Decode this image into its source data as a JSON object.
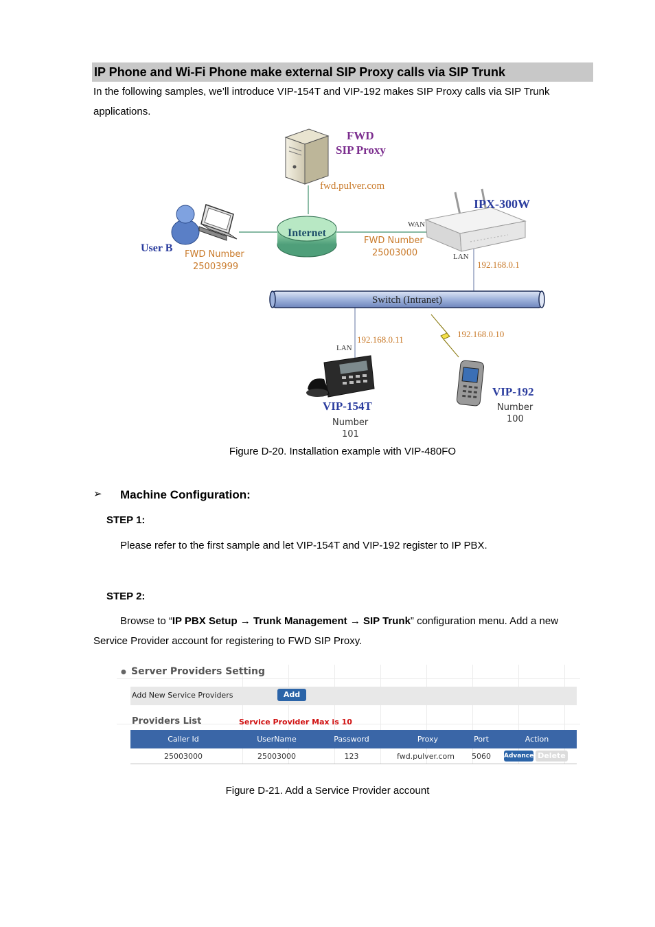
{
  "section": {
    "title": "IP Phone and Wi-Fi Phone make external SIP Proxy calls via SIP Trunk",
    "intro_line1": "In the following samples, we’ll introduce VIP-154T and VIP-192 makes SIP Proxy calls via SIP Trunk",
    "intro_line2": "applications."
  },
  "diagram": {
    "fwd_title1": "FWD",
    "fwd_title2": "SIP Proxy",
    "fwd_domain": "fwd.pulver.com",
    "ipx_title": "IPX-300W",
    "wan_label": "WAN",
    "lan_label": "LAN",
    "ipx_fwd_label": "FWD Number",
    "ipx_fwd_number": "25003000",
    "ipx_lan_ip": "192.168.0.1",
    "internet_label": "Internet",
    "userb_label": "User B",
    "userb_fwd_label": "FWD Number",
    "userb_fwd_number": "25003999",
    "switch_label": "Switch (Intranet)",
    "phone_lan_label": "LAN",
    "phone_ip": "192.168.0.11",
    "wifi_ip": "192.168.0.10",
    "vip154_title": "VIP-154T",
    "vip154_number_label": "Number",
    "vip154_number": "101",
    "vip192_title": "VIP-192",
    "vip192_number_label": "Number",
    "vip192_number": "100"
  },
  "figure1_caption": "Figure D-20. Installation example with VIP-480FO",
  "machine_config": {
    "heading": "Machine Configuration:",
    "step1_label": "STEP 1:",
    "step1_text": "Please refer to the first sample and let VIP-154T and VIP-192 register to IP PBX.",
    "step2_label": "STEP 2:",
    "step2_prefix": "Browse to “",
    "step2_bold1": "IP PBX Setup",
    "step2_bold2": "Trunk Management",
    "step2_bold3": "SIP Trunk",
    "step2_suffix": "” configuration menu. Add a new",
    "step2_line2": "Service Provider account for registering to FWD SIP Proxy."
  },
  "ui": {
    "settings_title": "Server Providers Setting",
    "add_label": "Add New Service Providers",
    "add_button": "Add",
    "providers_title": "Providers List",
    "max_note": "Service Provider Max is 10",
    "headers": [
      "Caller Id",
      "UserName",
      "Password",
      "Proxy",
      "Port",
      "Action"
    ],
    "row": {
      "caller_id": "25003000",
      "username": "25003000",
      "password": "123",
      "proxy": "fwd.pulver.com",
      "port": "5060",
      "advance": "Advance",
      "delete": "Delete"
    }
  },
  "figure2_caption": "Figure D-21. Add a Service Provider account",
  "colors": {
    "accent_purple": "#7b2d8e",
    "accent_blue": "#2a3c9e",
    "ui_header_blue": "#3a66a7",
    "warn_red": "#d01010"
  }
}
